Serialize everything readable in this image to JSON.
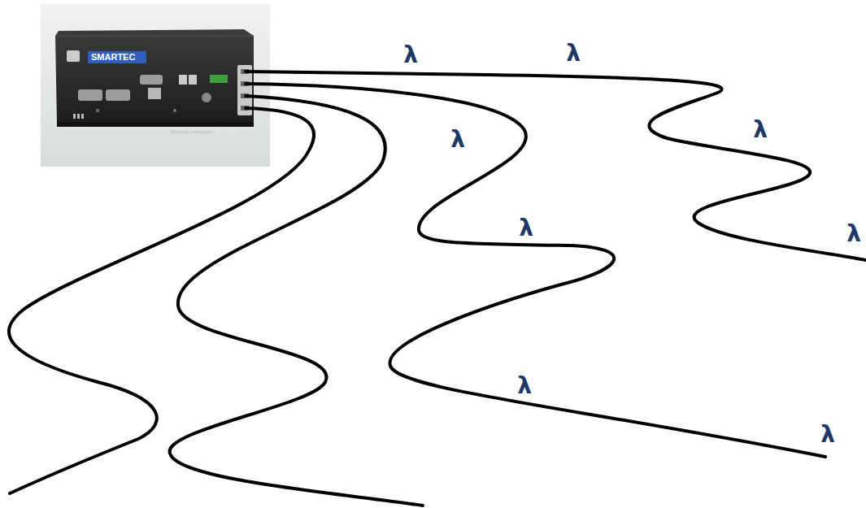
{
  "diagram": {
    "nodes": [
      {
        "text": [
          "SMARTEC",
          "Sensing Interrogator",
          "sm125"
        ]
      }
    ],
    "labels": [
      "λ",
      "λ",
      "λ",
      "λ",
      "λ",
      "λ",
      "λ",
      "λ"
    ]
  }
}
